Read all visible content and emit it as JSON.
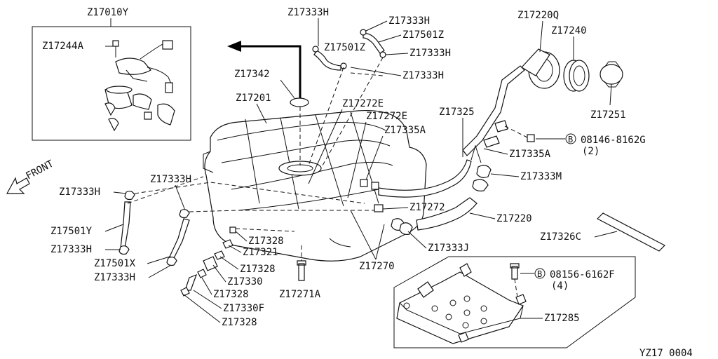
{
  "labels": {
    "z17010y": "Z17010Y",
    "z17244a": "Z17244A",
    "z17333h_1": "Z17333H",
    "z17333h_2": "Z17333H",
    "z17501z_1": "Z17501Z",
    "z17501z_2": "Z17501Z",
    "z17333h_3": "Z17333H",
    "z17333h_4": "Z17333H",
    "z17342": "Z17342",
    "z17201": "Z17201",
    "z17272e_1": "Z17272E",
    "z17272e_2": "Z17272E",
    "z17335a_1": "Z17335A",
    "z17325": "Z17325",
    "z17220q": "Z17220Q",
    "z17240": "Z17240",
    "z17251": "Z17251",
    "b08146": "08146-8162G",
    "b08146_qty": "(2)",
    "z17335a_2": "Z17335A",
    "z17333m": "Z17333M",
    "front": "FRONT",
    "z17333h_5": "Z17333H",
    "z17333h_6": "Z17333H",
    "z17501y": "Z17501Y",
    "z17333h_7": "Z17333H",
    "z17501x": "Z17501X",
    "z17333h_8": "Z17333H",
    "z17272": "Z17272",
    "z17220": "Z17220",
    "z17326c": "Z17326C",
    "z17328_1": "Z17328",
    "z17321": "Z17321",
    "z17328_2": "Z17328",
    "z17330": "Z17330",
    "z17328_3": "Z17328",
    "z17330f": "Z17330F",
    "z17328_4": "Z17328",
    "z17271a": "Z17271A",
    "z17270": "Z17270",
    "z17333j": "Z17333J",
    "b08156": "08156-6162F",
    "b08156_qty": "(4)",
    "z17285": "Z17285",
    "bolt_marker": "B",
    "figure_id": "YZ17 0004"
  }
}
